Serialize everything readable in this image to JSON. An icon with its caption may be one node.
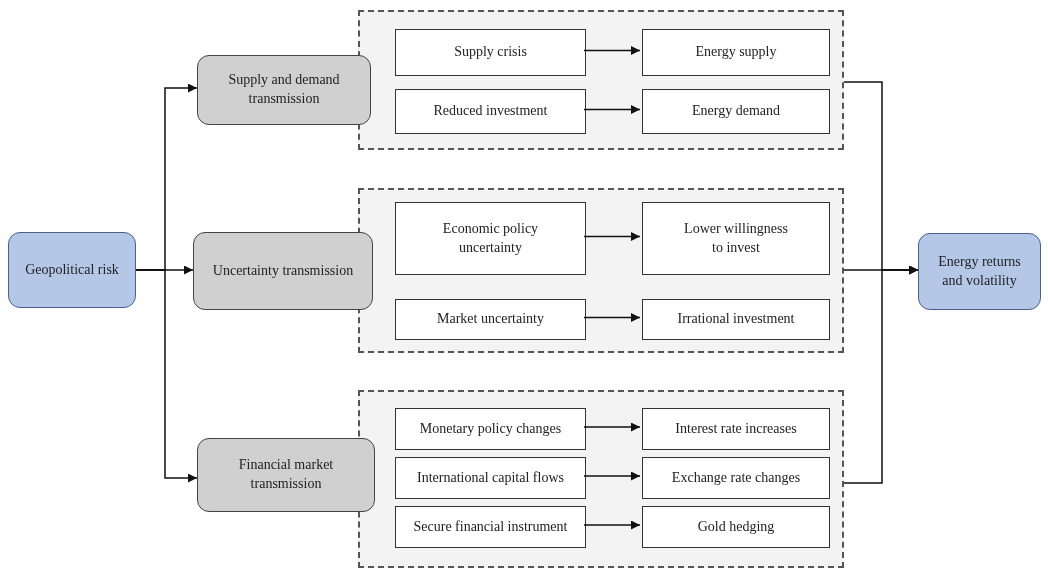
{
  "diagram": {
    "nodes": [
      {
        "text": [
          "Geopolitical risk"
        ]
      },
      {
        "text": [
          "Supply and demand transmission"
        ]
      },
      {
        "text": [],
        "shape": "box"
      },
      {
        "text": [
          "Supply crisis"
        ],
        "in": 2
      },
      {
        "text": [
          "Energy supply"
        ],
        "in": 2
      },
      {
        "text": [
          "Reduced investment"
        ],
        "in": 2
      },
      {
        "text": [
          "Energy demand"
        ],
        "in": 2
      },
      {
        "text": [
          "Uncertainty transmission"
        ]
      },
      {
        "text": [],
        "shape": "box"
      },
      {
        "text": [
          "Economic policy uncertainty"
        ],
        "in": 8
      },
      {
        "text": [
          "Lower willingness to invest"
        ],
        "in": 8
      },
      {
        "text": [
          "Market uncertainty"
        ],
        "in": 8
      },
      {
        "text": [
          "Irrational investment"
        ],
        "in": 8
      },
      {
        "text": [
          "Financial market transmission"
        ]
      },
      {
        "text": [],
        "shape": "box"
      },
      {
        "text": [
          "Monetary policy changes"
        ],
        "in": 14
      },
      {
        "text": [
          "Interest rate increases"
        ],
        "in": 14
      },
      {
        "text": [
          "International capital flows"
        ],
        "in": 14
      },
      {
        "text": [
          "Exchange rate changes"
        ],
        "in": 14
      },
      {
        "text": [
          "Secure financial instrument"
        ],
        "in": 14
      },
      {
        "text": [
          "Gold hedging"
        ],
        "in": 14
      },
      {
        "text": [
          "Energy returns and volatility"
        ]
      }
    ],
    "edges": [
      {
        "from": 0,
        "to": 1,
        "arrow": "to"
      },
      {
        "from": 0,
        "to": 7,
        "arrow": "to"
      },
      {
        "from": 0,
        "to": 13,
        "arrow": "to"
      },
      {
        "from": 3,
        "to": 4,
        "arrow": "to"
      },
      {
        "from": 5,
        "to": 6,
        "arrow": "to"
      },
      {
        "from": 9,
        "to": 10,
        "arrow": "to"
      },
      {
        "from": 11,
        "to": 12,
        "arrow": "to"
      },
      {
        "from": 15,
        "to": 16,
        "arrow": "to"
      },
      {
        "from": 17,
        "to": 18,
        "arrow": "to"
      },
      {
        "from": 19,
        "to": 20,
        "arrow": "to"
      },
      {
        "from": 2,
        "to": 21,
        "arrow": "to"
      },
      {
        "from": 8,
        "to": 21,
        "arrow": "to"
      },
      {
        "from": 14,
        "to": 21,
        "arrow": "to"
      }
    ]
  }
}
